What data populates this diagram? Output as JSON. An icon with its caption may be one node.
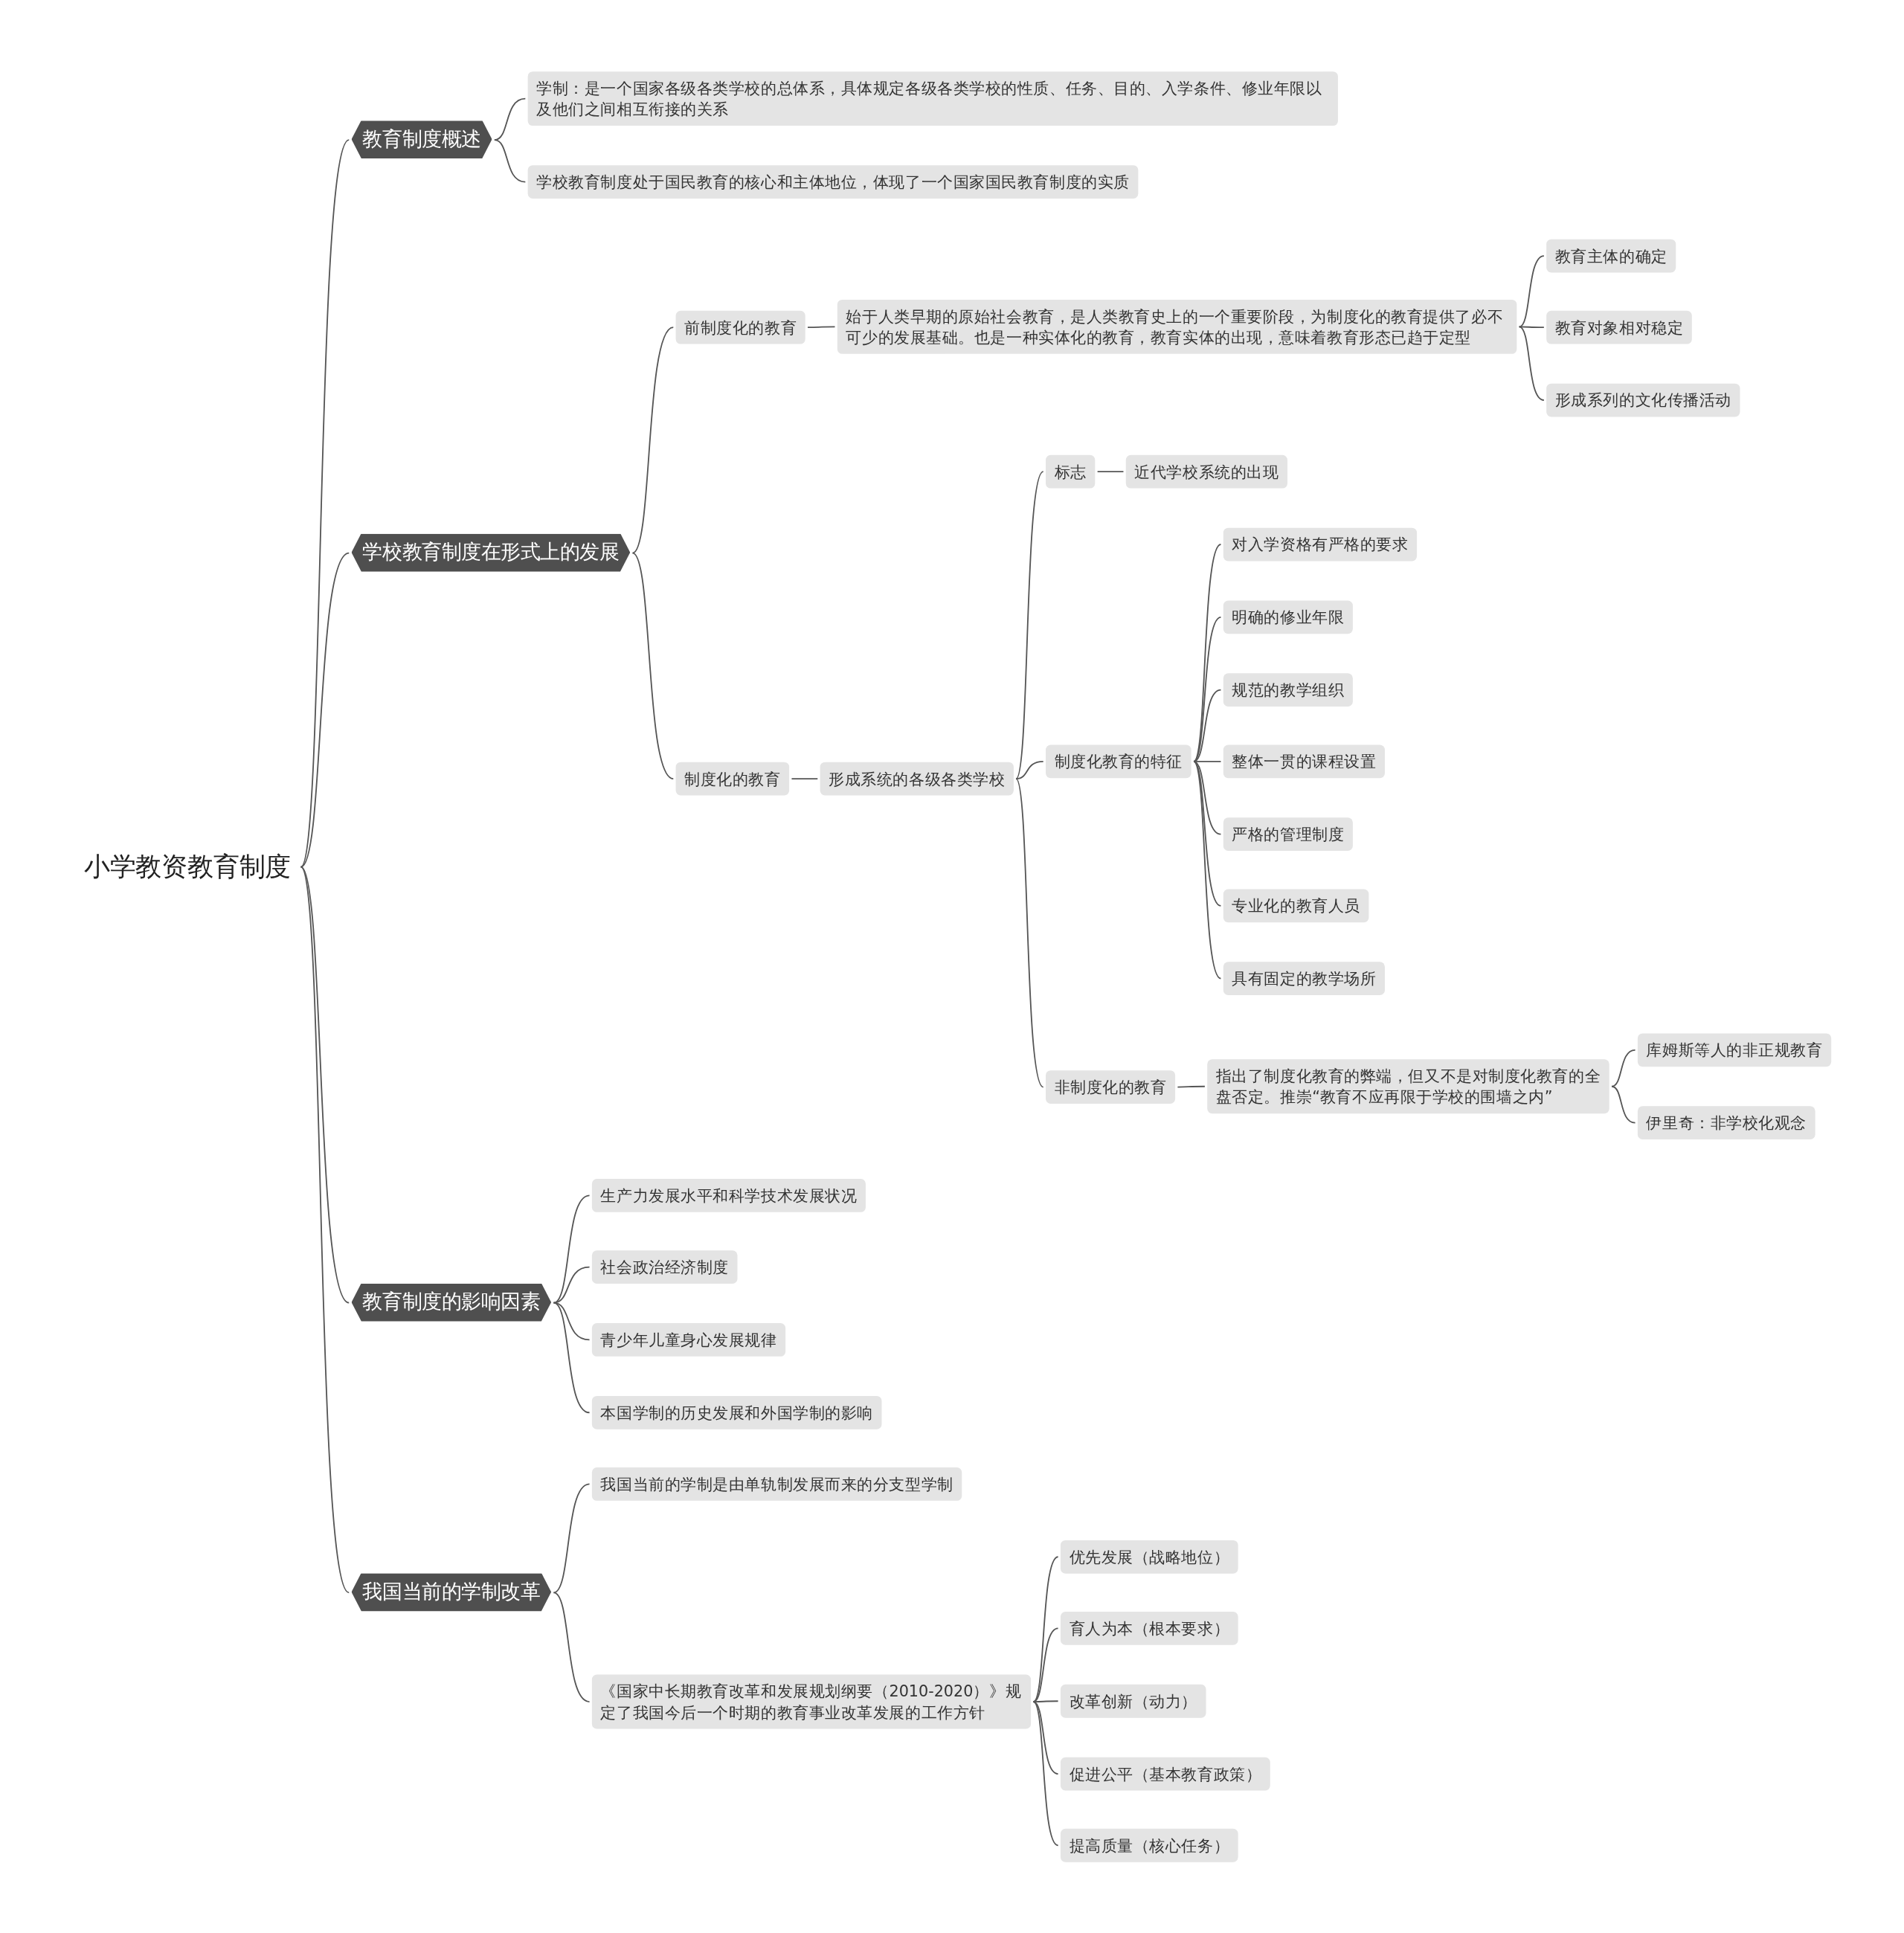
{
  "diagram": {
    "nodes": [
      {
        "text": [
          "小学教资教育制度"
        ]
      },
      {
        "text": [
          "教育制度概述"
        ]
      },
      {
        "text": [
          "学制：是一个国家各级各类学校的总体系，具体规定各级各类学校的性质、任务、目的、入学条件、修业年限以及他们之间相互衔接的关系"
        ]
      },
      {
        "text": [
          "学校教育制度处于国民教育的核心和主体地位，体现了一个国家国民教育制度的实质"
        ]
      },
      {
        "text": [
          "学校教育制度在形式上的发展"
        ]
      },
      {
        "text": [
          "前制度化的教育"
        ]
      },
      {
        "text": [
          "始于人类早期的原始社会教育，是人类教育史上的一个重要阶段，为制度化的教育提供了必不可少的发展基础。也是一种实体化的教育，教育实体的出现，意味着教育形态已趋于定型"
        ]
      },
      {
        "text": [
          "教育主体的确定"
        ]
      },
      {
        "text": [
          "教育对象相对稳定"
        ]
      },
      {
        "text": [
          "形成系列的文化传播活动"
        ]
      },
      {
        "text": [
          "制度化的教育"
        ]
      },
      {
        "text": [
          "形成系统的各级各类学校"
        ]
      },
      {
        "text": [
          "标志"
        ]
      },
      {
        "text": [
          "近代学校系统的出现"
        ]
      },
      {
        "text": [
          "制度化教育的特征"
        ]
      },
      {
        "text": [
          "对入学资格有严格的要求"
        ]
      },
      {
        "text": [
          "明确的修业年限"
        ]
      },
      {
        "text": [
          "规范的教学组织"
        ]
      },
      {
        "text": [
          "整体一贯的课程设置"
        ]
      },
      {
        "text": [
          "严格的管理制度"
        ]
      },
      {
        "text": [
          "专业化的教育人员"
        ]
      },
      {
        "text": [
          "具有固定的教学场所"
        ]
      },
      {
        "text": [
          "非制度化的教育"
        ]
      },
      {
        "text": [
          "指出了制度化教育的弊端，但又不是对制度化教育的全盘否定。推崇“教育不应再限于学校的围墙之内”"
        ]
      },
      {
        "text": [
          "库姆斯等人的非正规教育"
        ]
      },
      {
        "text": [
          "伊里奇：非学校化观念"
        ]
      },
      {
        "text": [
          "教育制度的影响因素"
        ]
      },
      {
        "text": [
          "生产力发展水平和科学技术发展状况"
        ]
      },
      {
        "text": [
          "社会政治经济制度"
        ]
      },
      {
        "text": [
          "青少年儿童身心发展规律"
        ]
      },
      {
        "text": [
          "本国学制的历史发展和外国学制的影响"
        ]
      },
      {
        "text": [
          "我国当前的学制改革"
        ]
      },
      {
        "text": [
          "我国当前的学制是由单轨制发展而来的分支型学制"
        ]
      },
      {
        "text": [
          "《国家中长期教育改革和发展规划纲要（2010-2020）》规定了我国今后一个时期的教育事业改革发展的工作方针"
        ]
      },
      {
        "text": [
          "优先发展（战略地位）"
        ]
      },
      {
        "text": [
          "育人为本（根本要求）"
        ]
      },
      {
        "text": [
          "改革创新（动力）"
        ]
      },
      {
        "text": [
          "促进公平（基本教育政策）"
        ]
      },
      {
        "text": [
          "提高质量（核心任务）"
        ]
      }
    ],
    "edges": [
      {
        "from": 0,
        "to": 1,
        "arrow": "none"
      },
      {
        "from": 1,
        "to": 2,
        "arrow": "none"
      },
      {
        "from": 1,
        "to": 3,
        "arrow": "none"
      },
      {
        "from": 0,
        "to": 4,
        "arrow": "none"
      },
      {
        "from": 4,
        "to": 5,
        "arrow": "none"
      },
      {
        "from": 5,
        "to": 6,
        "arrow": "none"
      },
      {
        "from": 6,
        "to": 7,
        "arrow": "none"
      },
      {
        "from": 6,
        "to": 8,
        "arrow": "none"
      },
      {
        "from": 6,
        "to": 9,
        "arrow": "none"
      },
      {
        "from": 4,
        "to": 10,
        "arrow": "none"
      },
      {
        "from": 10,
        "to": 11,
        "arrow": "none"
      },
      {
        "from": 11,
        "to": 12,
        "arrow": "none"
      },
      {
        "from": 12,
        "to": 13,
        "arrow": "none"
      },
      {
        "from": 11,
        "to": 14,
        "arrow": "none"
      },
      {
        "from": 14,
        "to": 15,
        "arrow": "none"
      },
      {
        "from": 14,
        "to": 16,
        "arrow": "none"
      },
      {
        "from": 14,
        "to": 17,
        "arrow": "none"
      },
      {
        "from": 14,
        "to": 18,
        "arrow": "none"
      },
      {
        "from": 14,
        "to": 19,
        "arrow": "none"
      },
      {
        "from": 14,
        "to": 20,
        "arrow": "none"
      },
      {
        "from": 14,
        "to": 21,
        "arrow": "none"
      },
      {
        "from": 11,
        "to": 22,
        "arrow": "none"
      },
      {
        "from": 22,
        "to": 23,
        "arrow": "none"
      },
      {
        "from": 23,
        "to": 24,
        "arrow": "none"
      },
      {
        "from": 23,
        "to": 25,
        "arrow": "none"
      },
      {
        "from": 0,
        "to": 26,
        "arrow": "none"
      },
      {
        "from": 26,
        "to": 27,
        "arrow": "none"
      },
      {
        "from": 26,
        "to": 28,
        "arrow": "none"
      },
      {
        "from": 26,
        "to": 29,
        "arrow": "none"
      },
      {
        "from": 26,
        "to": 30,
        "arrow": "none"
      },
      {
        "from": 0,
        "to": 31,
        "arrow": "none"
      },
      {
        "from": 31,
        "to": 32,
        "arrow": "none"
      },
      {
        "from": 31,
        "to": 33,
        "arrow": "none"
      },
      {
        "from": 33,
        "to": 34,
        "arrow": "none"
      },
      {
        "from": 33,
        "to": 35,
        "arrow": "none"
      },
      {
        "from": 33,
        "to": 36,
        "arrow": "none"
      },
      {
        "from": 33,
        "to": 37,
        "arrow": "none"
      },
      {
        "from": 33,
        "to": 38,
        "arrow": "none"
      }
    ]
  }
}
